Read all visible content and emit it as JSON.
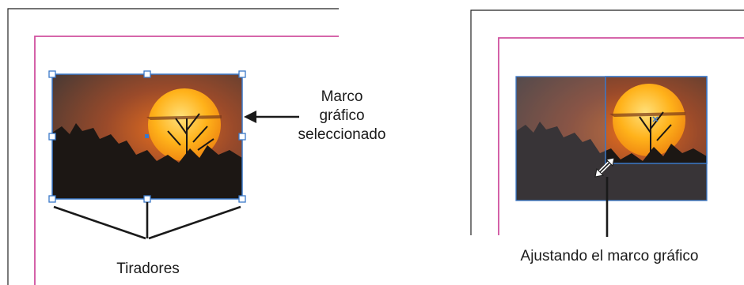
{
  "left_panel": {
    "callout_label": [
      "Marco",
      "gráfico",
      "seleccionado"
    ],
    "handles_label": "Tiradores"
  },
  "right_panel": {
    "caption": "Ajustando el marco gráfico"
  },
  "colors": {
    "margin_guide": "#d0509f",
    "frame_selection": "#3a78c8",
    "page_border": "#222222",
    "sky_top": "#5a4a40",
    "sky_glow": "#c8621e",
    "sun": "#ffb21a",
    "silhouette": "#1c1714"
  }
}
